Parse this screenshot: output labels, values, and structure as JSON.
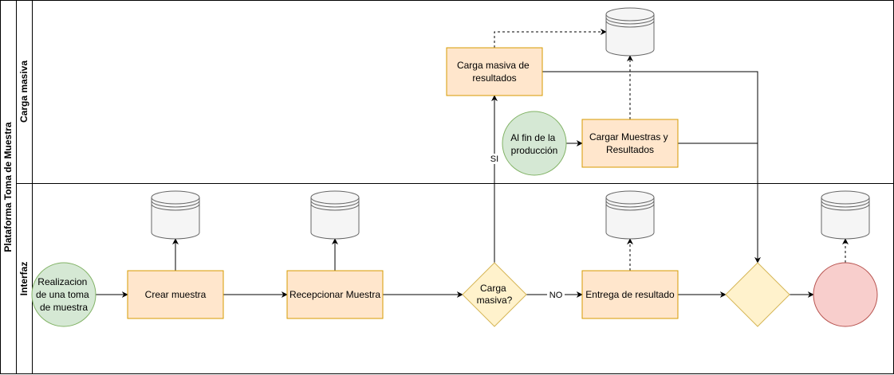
{
  "pool": {
    "label": "Plataforma Toma de Muestra"
  },
  "lanes": [
    {
      "label": "Carga masiva"
    },
    {
      "label": "Interfaz"
    }
  ],
  "nodes": {
    "start": {
      "lines": [
        "Realizacion",
        "de una toma",
        "de muestra"
      ]
    },
    "crear": {
      "lines": [
        "Crear muestra"
      ]
    },
    "recepcionar": {
      "lines": [
        "Recepcionar Muestra"
      ]
    },
    "decision": {
      "lines": [
        "Carga",
        "masiva?"
      ]
    },
    "entrega": {
      "lines": [
        "Entrega de resultado"
      ]
    },
    "carga_masiva": {
      "lines": [
        "Carga masiva de",
        "resultados"
      ]
    },
    "fin_produccion": {
      "lines": [
        "Al fin de la",
        "producción"
      ]
    },
    "cargar_muestras": {
      "lines": [
        "Cargar Muestras y",
        "Resultados"
      ]
    }
  },
  "edge_labels": {
    "si": "SI",
    "no": "NO"
  },
  "colors": {
    "process_fill": "#ffe6cc",
    "process_stroke": "#d79b00",
    "start_fill": "#d5e8d4",
    "start_stroke": "#82b366",
    "decision_fill": "#fff2cc",
    "decision_stroke": "#d6b656",
    "end_fill": "#f8cecc",
    "end_stroke": "#b85450",
    "db_fill": "#f5f5f5",
    "db_stroke": "#666666"
  }
}
